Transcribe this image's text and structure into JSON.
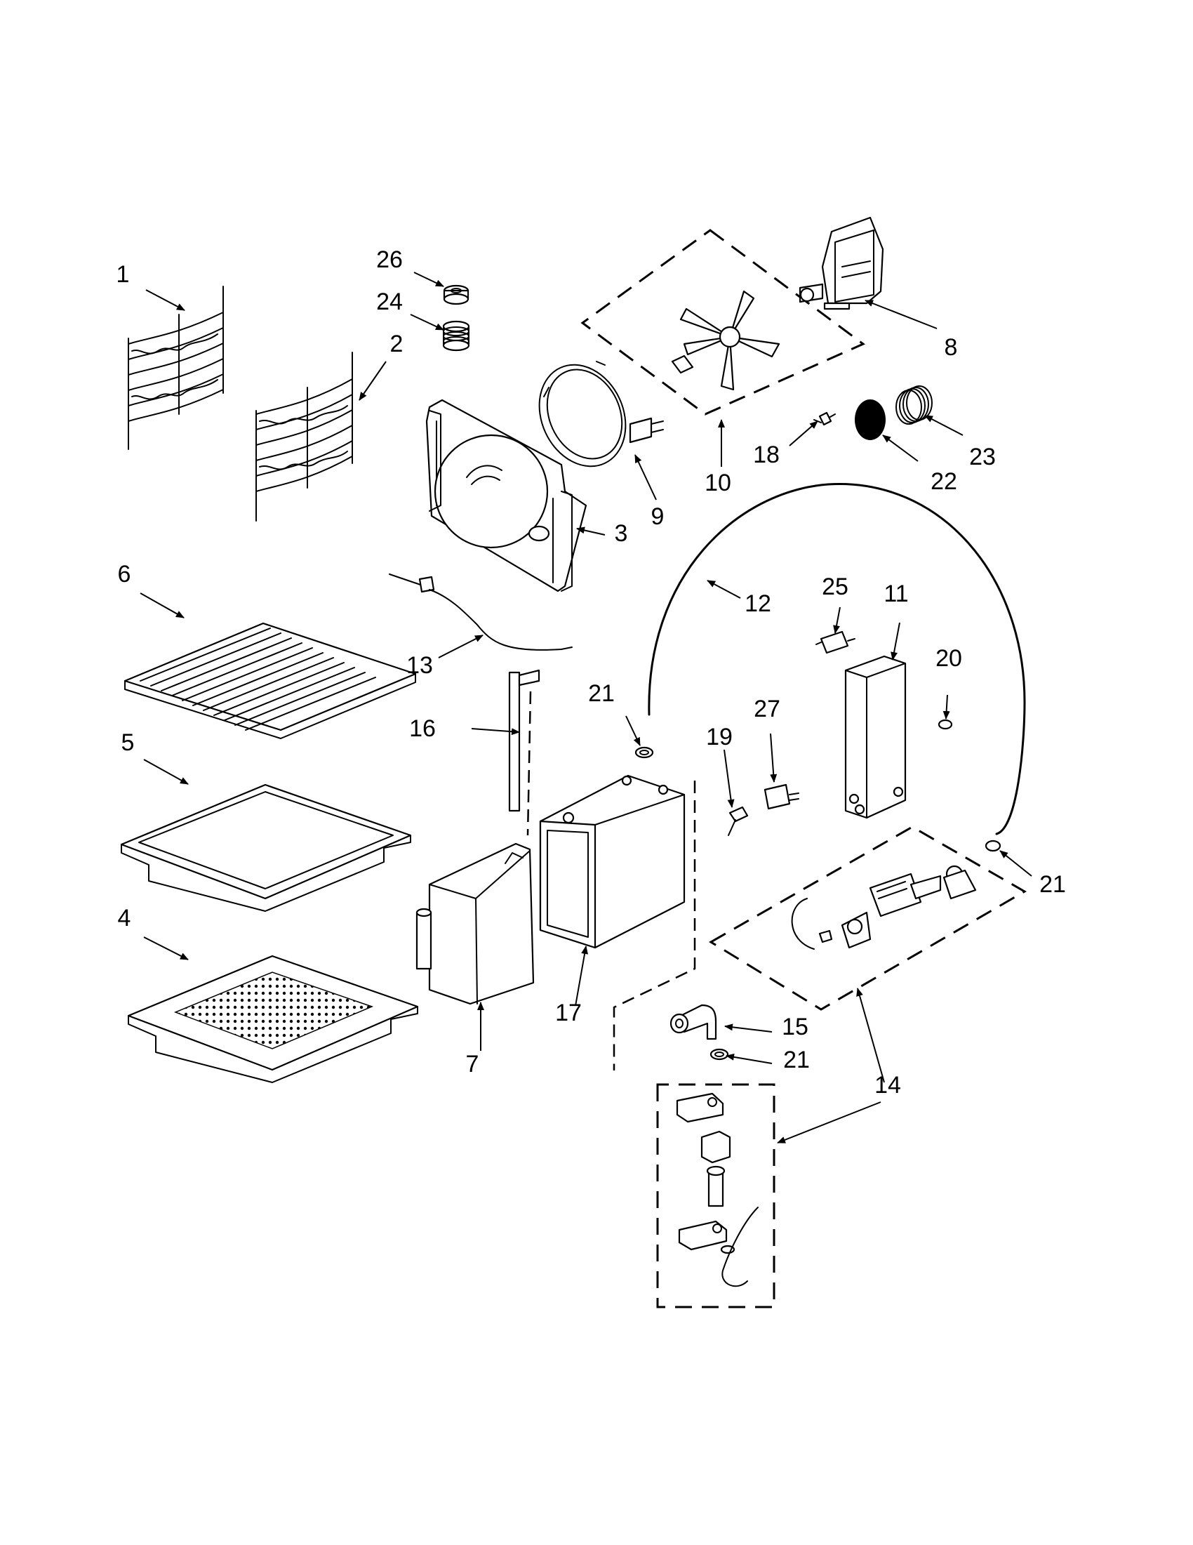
{
  "callouts": [
    {
      "id": "1",
      "text": "1"
    },
    {
      "id": "2",
      "text": "2"
    },
    {
      "id": "3",
      "text": "3"
    },
    {
      "id": "4",
      "text": "4"
    },
    {
      "id": "5",
      "text": "5"
    },
    {
      "id": "6",
      "text": "6"
    },
    {
      "id": "7",
      "text": "7"
    },
    {
      "id": "8",
      "text": "8"
    },
    {
      "id": "9",
      "text": "9"
    },
    {
      "id": "10",
      "text": "10"
    },
    {
      "id": "11",
      "text": "11"
    },
    {
      "id": "12",
      "text": "12"
    },
    {
      "id": "13",
      "text": "13"
    },
    {
      "id": "14a",
      "text": "14"
    },
    {
      "id": "14b",
      "text": "14"
    },
    {
      "id": "15",
      "text": "15"
    },
    {
      "id": "16",
      "text": "16"
    },
    {
      "id": "17",
      "text": "17"
    },
    {
      "id": "18",
      "text": "18"
    },
    {
      "id": "19",
      "text": "19"
    },
    {
      "id": "20",
      "text": "20"
    },
    {
      "id": "21a",
      "text": "21"
    },
    {
      "id": "21b",
      "text": "21"
    },
    {
      "id": "21c",
      "text": "21"
    },
    {
      "id": "22",
      "text": "22"
    },
    {
      "id": "23",
      "text": "23"
    },
    {
      "id": "24",
      "text": "24"
    },
    {
      "id": "25",
      "text": "25"
    },
    {
      "id": "26",
      "text": "26"
    },
    {
      "id": "27",
      "text": "27"
    }
  ]
}
